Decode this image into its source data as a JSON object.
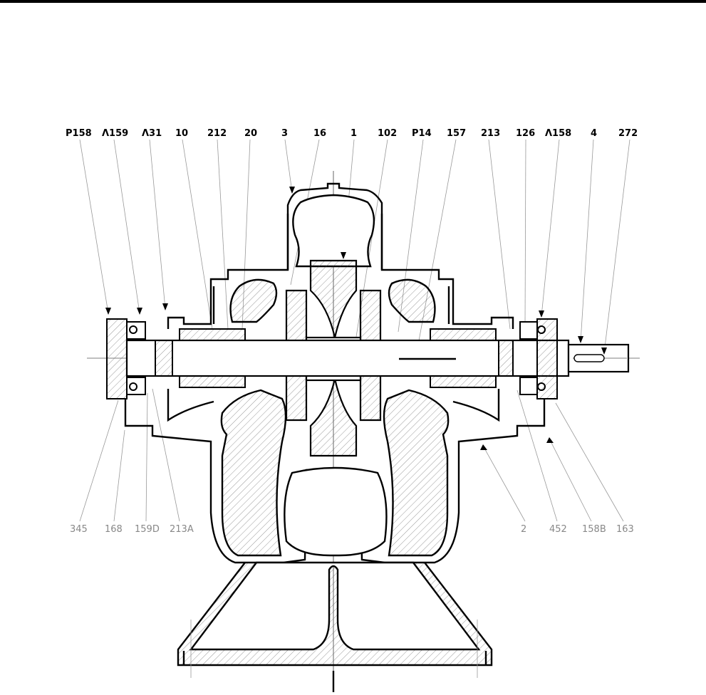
{
  "top_labels": [
    "P158",
    "Λ159",
    "Λ31",
    "10",
    "212",
    "20",
    "3",
    "16",
    "1",
    "102",
    "P14",
    "157",
    "213",
    "126",
    "Λ158",
    "4",
    "272"
  ],
  "bottom_left_labels": [
    "345",
    "168",
    "159D",
    "213A"
  ],
  "bottom_right_labels": [
    "2",
    "452",
    "158B",
    "163"
  ],
  "colors": {
    "line": "#000000",
    "leader": "#999999",
    "bottom_label": "#888888"
  }
}
